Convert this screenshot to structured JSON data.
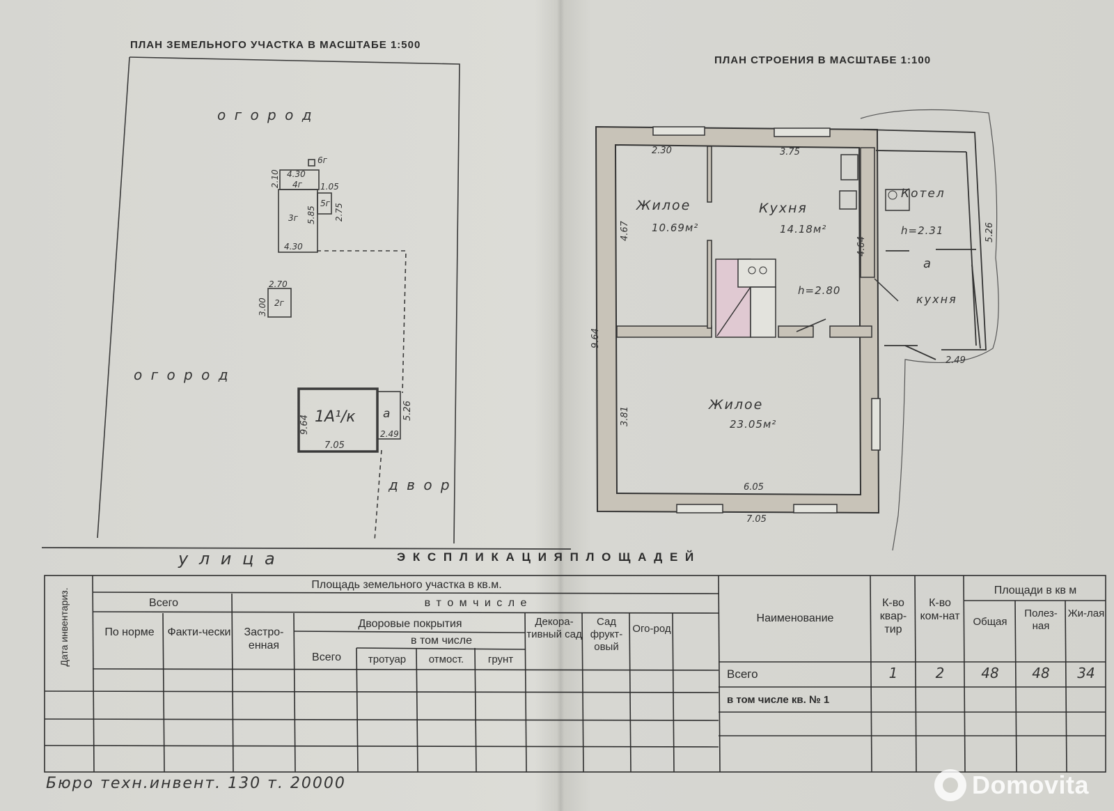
{
  "site_plan": {
    "title": "ПЛАН ЗЕМЕЛЬНОГО УЧАСТКА В МАСШТАБЕ 1:500",
    "garden_top": "о г о р о д",
    "garden_left": "о г о р о д",
    "yard": "д в о р",
    "street": "у л и ц а",
    "labels": {
      "b6": "6г",
      "b4_top": "4.30",
      "b4_side": "2.10",
      "b4": "4г",
      "b5_top": "1.05",
      "b5": "5г",
      "b5_side": "2.75",
      "b3": "3г",
      "b3_side": "5.85",
      "b3_bottom": "4.30",
      "b2_top": "2.70",
      "b2_side": "3.00",
      "b2": "2г",
      "house": "1А¹/к",
      "house_side": "9.64",
      "house_bottom": "7.05",
      "porch": "а",
      "porch_side": "5.26",
      "porch_bottom": "2.49"
    }
  },
  "building_plan": {
    "title": "ПЛАН СТРОЕНИЯ В МАСШТАБЕ 1:100",
    "rooms": {
      "living1_name": "Жилое",
      "living1_area": "10.69м²",
      "kitchen_name": "Кухня",
      "kitchen_area": "14.18м²",
      "living2_name": "Жилое",
      "living2_area": "23.05м²",
      "boiler": "Котел",
      "annex_letter": "а",
      "annex_kitchen": "кухня"
    },
    "heights": {
      "main": "h=2.80",
      "annex": "h=2.31"
    },
    "dims": {
      "top_left": "2.30",
      "top_mid": "3.75",
      "left_upper": "4.67",
      "left_total": "9.64",
      "left_lower": "3.81",
      "inner_wall": "4.64",
      "annex_right": "5.26",
      "annex_bottom": "2.49",
      "bottom_inner": "6.05",
      "bottom_outer": "7.05"
    }
  },
  "explication": {
    "title": "Э К С П Л И К А Ц И Я   П Л О Щ А Д Е Й",
    "land": {
      "date_header": "Дата инвентариз.",
      "title": "Площадь земельного участка в кв.м.",
      "total": "Всего",
      "incl": "в  т о м   ч и с л е",
      "by_norm": "По норме",
      "actual": "Факти-чески",
      "built": "Застро-енная",
      "yard": "Дворовые покрытия",
      "yard_incl": "в том числе",
      "yard_total": "Всего",
      "sidewalk": "тротуар",
      "blind": "отмост.",
      "soil": "грунт",
      "deco": "Декора-тивный сад",
      "orchard": "Сад фрукт-овый",
      "garden": "Ого-род"
    },
    "building": {
      "name_header": "Наименование",
      "flats_header": "К-во квар-тир",
      "rooms_header": "К-во ком-нат",
      "areas_header": "Площади в кв м",
      "total_area": "Общая",
      "useful": "Полез-ная",
      "living": "Жи-лая",
      "rows": [
        {
          "name": "Всего",
          "flats": "1",
          "rooms": "2",
          "total": "48",
          "useful": "48",
          "living": "34"
        },
        {
          "name": "в том числе кв. № 1",
          "flats": "",
          "rooms": "",
          "total": "",
          "useful": "",
          "living": ""
        }
      ]
    }
  },
  "footer": "Бюро техн.инвент. 130 т. 20000",
  "watermark": "Domovita"
}
